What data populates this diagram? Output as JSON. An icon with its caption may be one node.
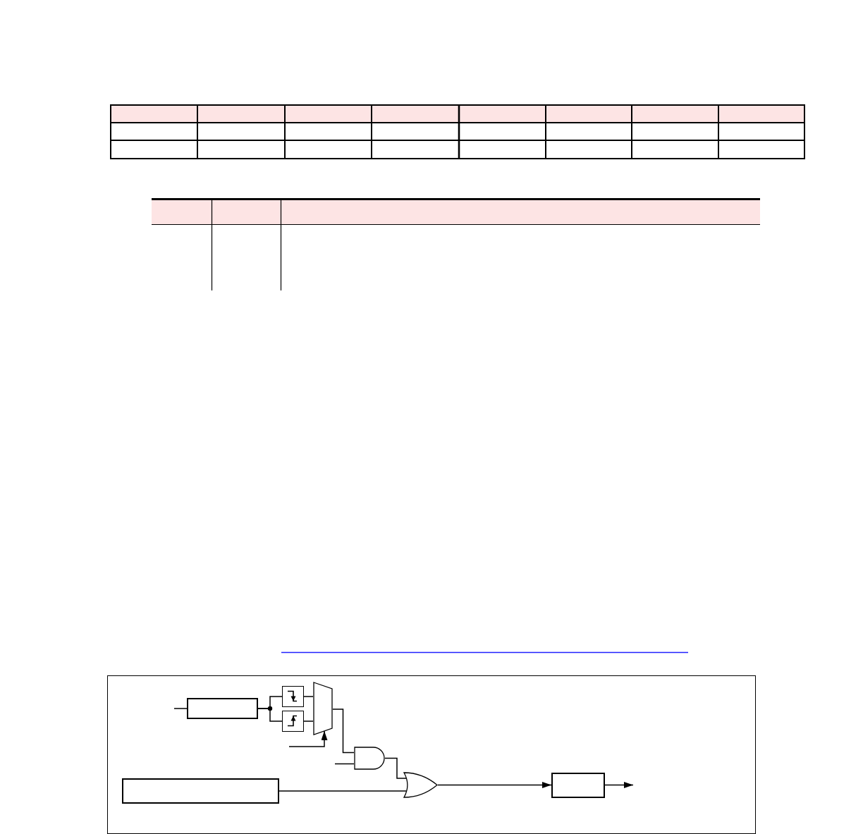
{
  "diagram": {
    "nodes": [
      {
        "text": [],
        "shape": "box"
      },
      {
        "text": [],
        "shape": "box"
      },
      {
        "text": [],
        "shape": "box"
      },
      {
        "text": [],
        "shape": "trapezoid"
      },
      {
        "text": [],
        "shape": "gate"
      },
      {
        "text": [],
        "shape": "box"
      },
      {
        "text": [],
        "shape": "gate"
      },
      {
        "text": [],
        "shape": "box"
      }
    ],
    "edges": [
      {
        "from": null,
        "to": 0,
        "arrow": "none"
      },
      {
        "from": 0,
        "to": 1,
        "arrow": "none"
      },
      {
        "from": 0,
        "to": 2,
        "arrow": "none"
      },
      {
        "from": 1,
        "to": 3,
        "arrow": "none"
      },
      {
        "from": 2,
        "to": 3,
        "arrow": "none"
      },
      {
        "from": null,
        "to": 3,
        "arrow": "to"
      },
      {
        "from": 3,
        "to": 4,
        "arrow": "none"
      },
      {
        "from": null,
        "to": 4,
        "arrow": "none"
      },
      {
        "from": 4,
        "to": 6,
        "arrow": "none"
      },
      {
        "from": 5,
        "to": 6,
        "arrow": "none"
      },
      {
        "from": 6,
        "to": 7,
        "arrow": "to"
      },
      {
        "from": 7,
        "to": null,
        "arrow": "to"
      }
    ]
  }
}
